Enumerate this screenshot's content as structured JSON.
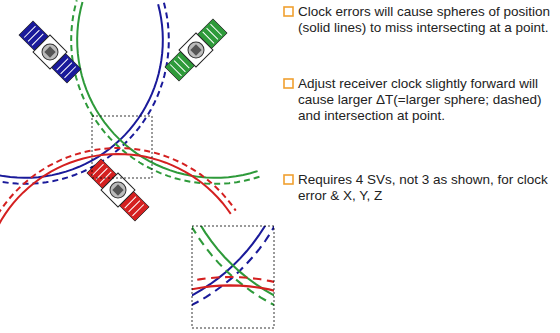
{
  "diagram": {
    "labels": [
      "Clock errors will cause spheres of position (solid lines) to miss intersecting at a point.",
      "Adjust receiver clock slightly forward will cause larger ΔT(=larger sphere; dashed) and intersection at point.",
      "Requires 4 SVs, not 3 as shown, for clock error & X, Y, Z"
    ]
  }
}
